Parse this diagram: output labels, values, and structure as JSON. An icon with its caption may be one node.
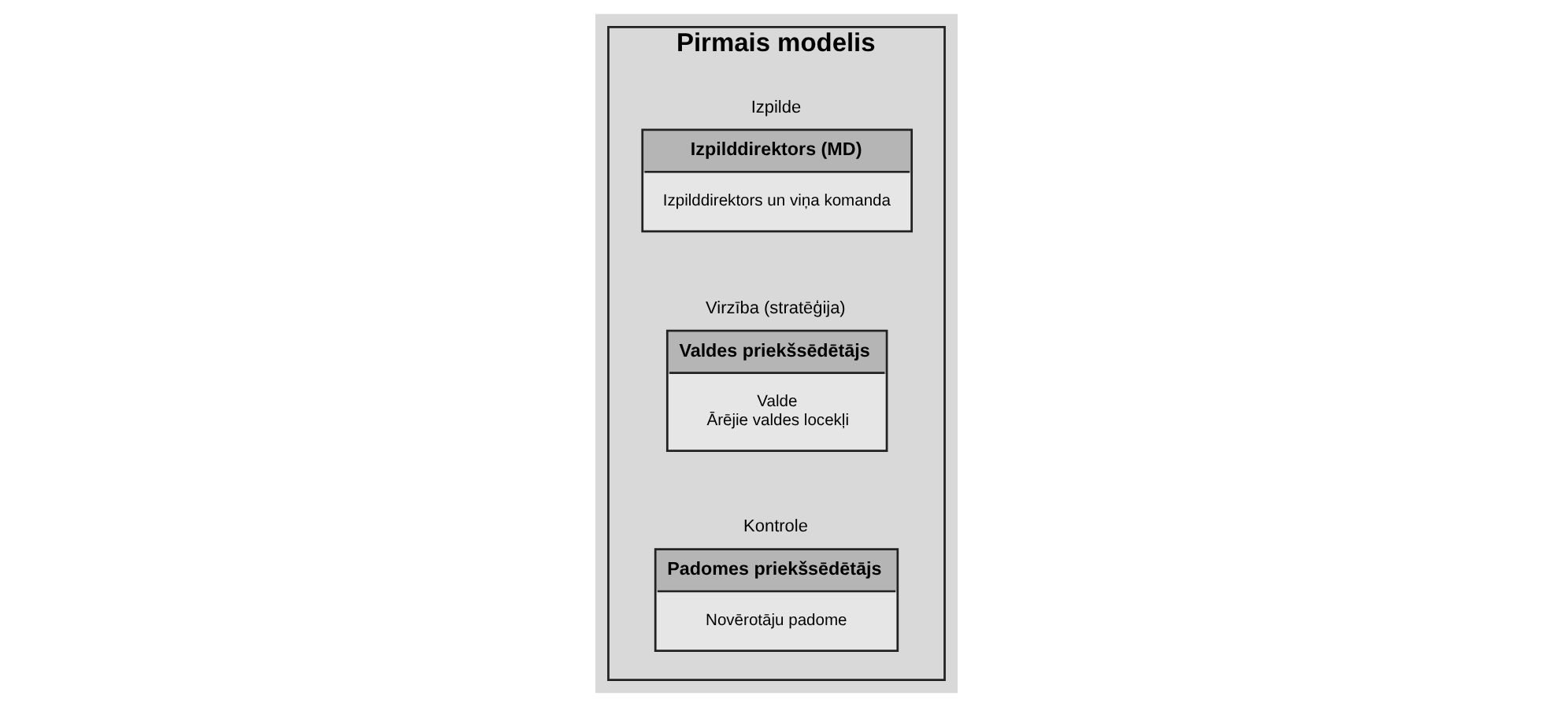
{
  "diagram": {
    "nodes": [
      {
        "text": [
          "Pirmais modelis"
        ]
      },
      {
        "text": [
          "Padomes priekšsēdētājs",
          "Novērotāju padome"
        ],
        "in": 0,
        "beside": [
          "Kontrole"
        ]
      },
      {
        "text": [
          "Valdes priekšsēdētājs",
          "Valde",
          "Ārējie valdes locekļi"
        ],
        "in": 0,
        "beside": [
          "Virzība (stratēģija)"
        ]
      },
      {
        "text": [
          "Izpilddirektors (MD)",
          "Izpilddirektors un viņa komanda"
        ],
        "in": 0,
        "beside": [
          "Izpilde"
        ]
      }
    ],
    "edges": []
  }
}
